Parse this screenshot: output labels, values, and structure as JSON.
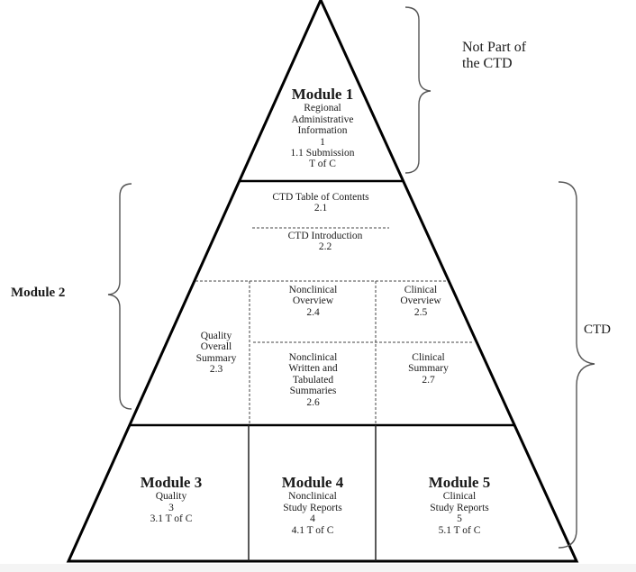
{
  "diagram": {
    "title": "CTD Triangle",
    "colors": {
      "line": "#000000",
      "brace": "#555555",
      "text": "#1a1a1a",
      "background": "#ffffff"
    },
    "module1": {
      "title": "Module 1",
      "lines": [
        "Regional",
        "Administrative",
        "Information",
        "1",
        "1.1 Submission",
        "T of  C"
      ]
    },
    "module2": {
      "toc": {
        "lines": [
          "CTD Table of Contents",
          "2.1"
        ]
      },
      "intro": {
        "lines": [
          "CTD Introduction",
          "2.2"
        ]
      },
      "quality_overall_summary": {
        "lines": [
          "Quality",
          "Overall",
          "Summary",
          "2.3"
        ]
      },
      "nonclinical_overview": {
        "lines": [
          "Nonclinical",
          "Overview",
          "2.4"
        ]
      },
      "clinical_overview": {
        "lines": [
          "Clinical",
          "Overview",
          "2.5"
        ]
      },
      "nonclinical_summaries": {
        "lines": [
          "Nonclinical",
          "Written and",
          "Tabulated",
          "Summaries",
          "2.6"
        ]
      },
      "clinical_summary": {
        "lines": [
          "Clinical",
          "Summary",
          "2.7"
        ]
      }
    },
    "module3": {
      "title": "Module 3",
      "lines": [
        "Quality",
        "3",
        "3.1 T of C"
      ]
    },
    "module4": {
      "title": "Module 4",
      "lines": [
        "Nonclinical",
        "Study Reports",
        "4",
        "4.1 T of C"
      ]
    },
    "module5": {
      "title": "Module 5",
      "lines": [
        "Clinical",
        "Study Reports",
        "5",
        "5.1 T of C"
      ]
    },
    "annotations": {
      "not_part": [
        "Not Part of",
        "the CTD"
      ],
      "module2_label": "Module 2",
      "ctd_label": "CTD"
    }
  }
}
